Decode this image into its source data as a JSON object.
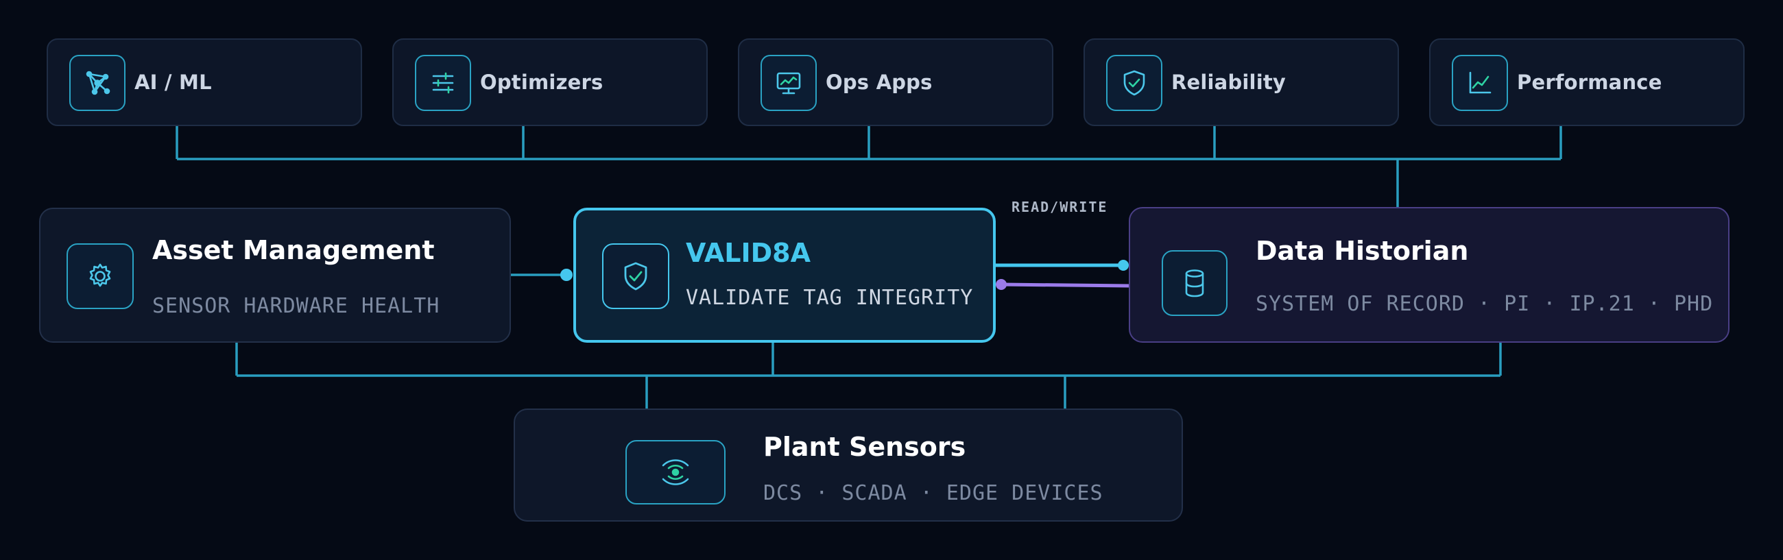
{
  "top_row": [
    {
      "label": "AI / ML",
      "icon": "network-icon"
    },
    {
      "label": "Optimizers",
      "icon": "sliders-icon"
    },
    {
      "label": "Ops Apps",
      "icon": "monitor-chart-icon"
    },
    {
      "label": "Reliability",
      "icon": "shield-check-icon"
    },
    {
      "label": "Performance",
      "icon": "line-chart-icon"
    }
  ],
  "asset_management": {
    "title": "Asset Management",
    "subtitle": "SENSOR HARDWARE HEALTH",
    "icon": "gear-icon"
  },
  "valid8a": {
    "title": "VALID8A",
    "subtitle": "VALIDATE TAG INTEGRITY",
    "icon": "shield-check-icon"
  },
  "read_write_label": "READ/WRITE",
  "data_historian": {
    "title": "Data Historian",
    "subtitle": "SYSTEM OF RECORD · PI · IP.21 · PHD",
    "icon": "database-icon"
  },
  "plant_sensors": {
    "title": "Plant Sensors",
    "subtitle": "DCS · SCADA · EDGE DEVICES",
    "icon": "broadcast-eye-icon"
  },
  "colors": {
    "background": "#050a15",
    "accent_cyan": "#35b3d8",
    "highlight_cyan": "#45c7ee",
    "accent_purple": "#9b7bea",
    "text_muted": "#7d8aa1"
  }
}
